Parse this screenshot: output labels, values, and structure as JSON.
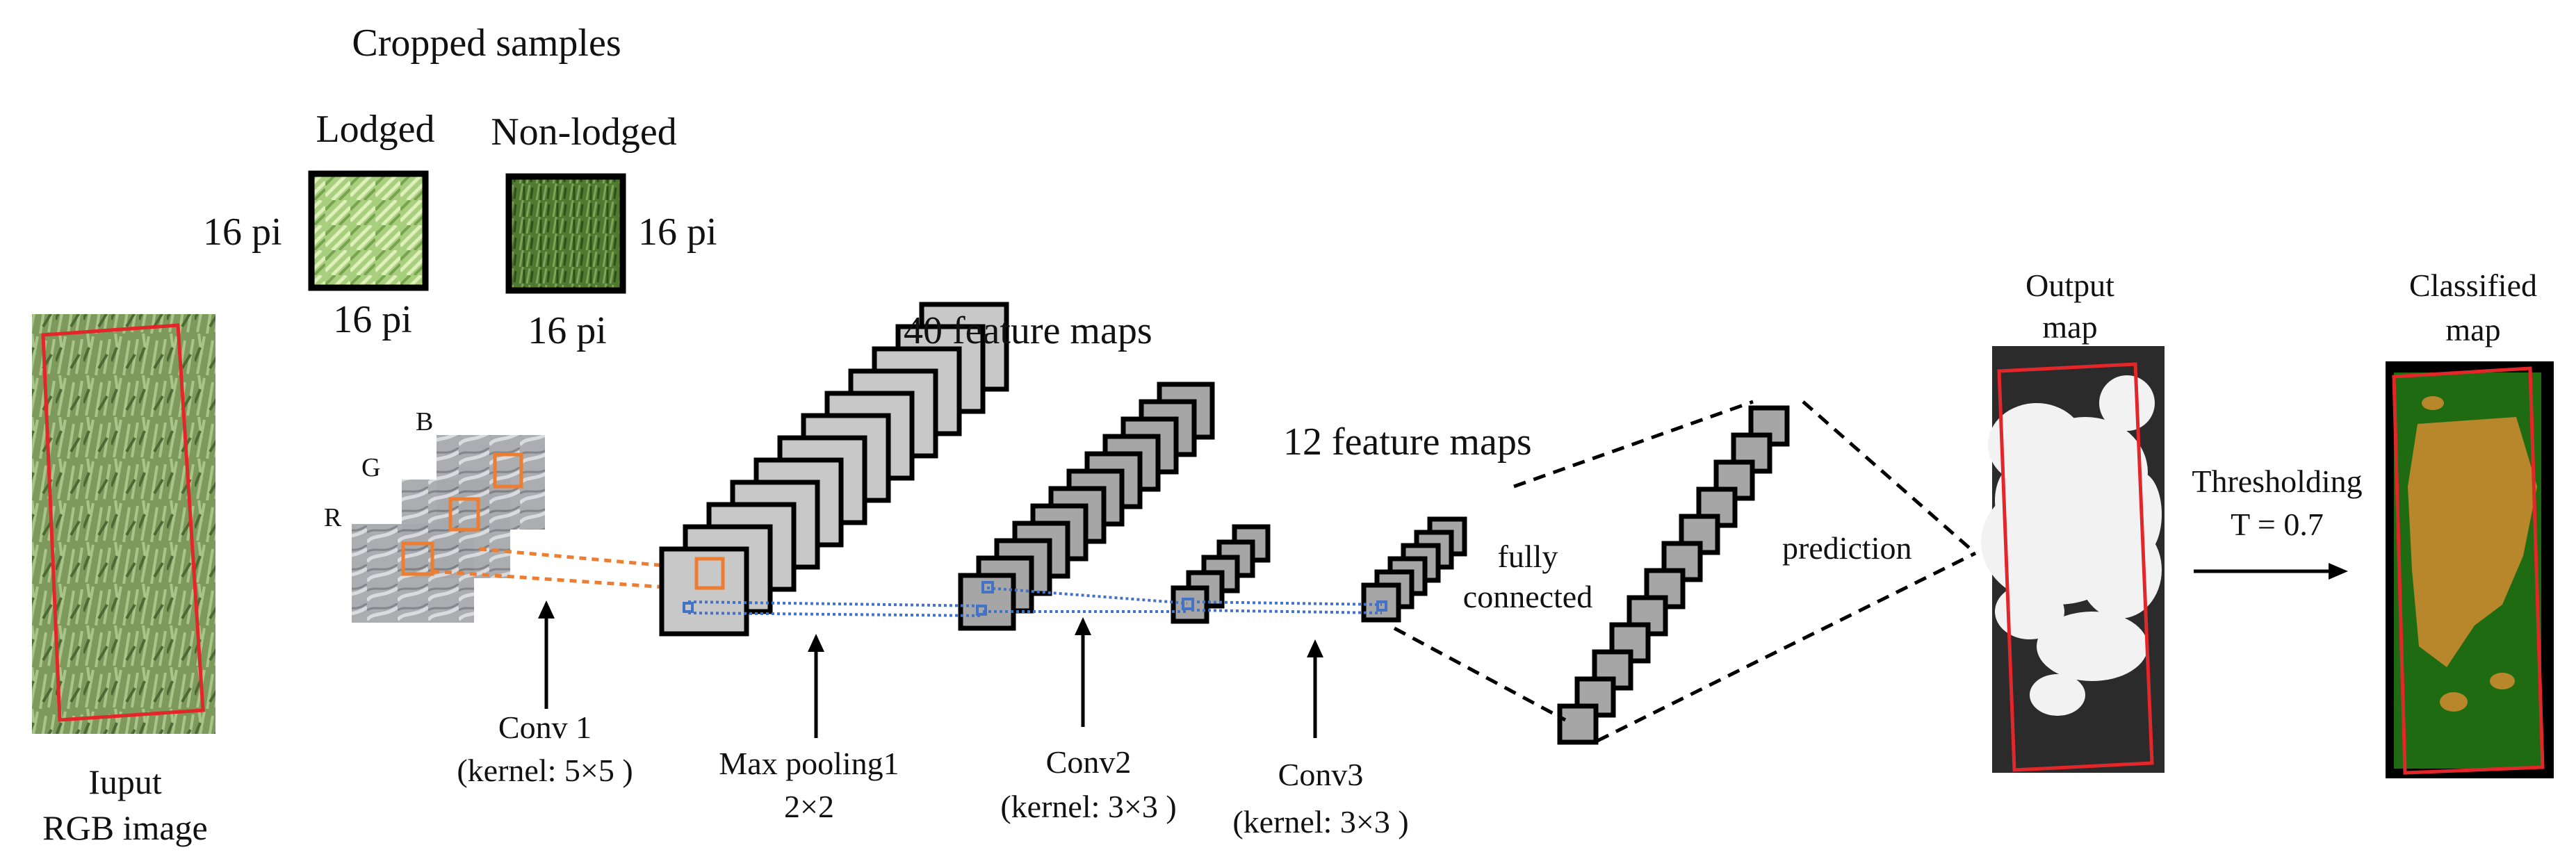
{
  "samples": {
    "title": "Cropped samples",
    "lodged": "Lodged",
    "non_lodged": "Non-lodged",
    "size_left": "16 pi",
    "size_right": "16 pi",
    "size_bottom_lodged": "16 pi",
    "size_bottom_non_lodged": "16 pi"
  },
  "input": {
    "line1": "Iuput",
    "line2": "RGB image"
  },
  "channels": {
    "b": "B",
    "g": "G",
    "r": "R"
  },
  "layers": {
    "feature_maps_40": "40 feature maps",
    "feature_maps_12": "12 feature maps",
    "conv1_name": "Conv 1",
    "conv1_kernel": "(kernel: 5×5 )",
    "pool_name": "Max pooling1",
    "pool_size": "2×2",
    "conv2_name": "Conv2",
    "conv2_kernel": "(kernel: 3×3 )",
    "conv3_name": "Conv3",
    "conv3_kernel": "(kernel: 3×3 )",
    "fc_line1": "fully",
    "fc_line2": "connected",
    "prediction": "prediction"
  },
  "output": {
    "output_line1": "Output",
    "output_line2": "map",
    "threshold_label": "Thresholding",
    "threshold_value": "T = 0.7",
    "classified_line1": "Classified",
    "classified_line2": "map"
  },
  "colors": {
    "bbox_red": "#e3262a",
    "orange_link": "#ed7d31",
    "blue_link": "#4472c4",
    "map_gray": "#a6a6a6",
    "lodged_brown": "#b8862b",
    "nonlodged_green": "#1f6b12"
  }
}
